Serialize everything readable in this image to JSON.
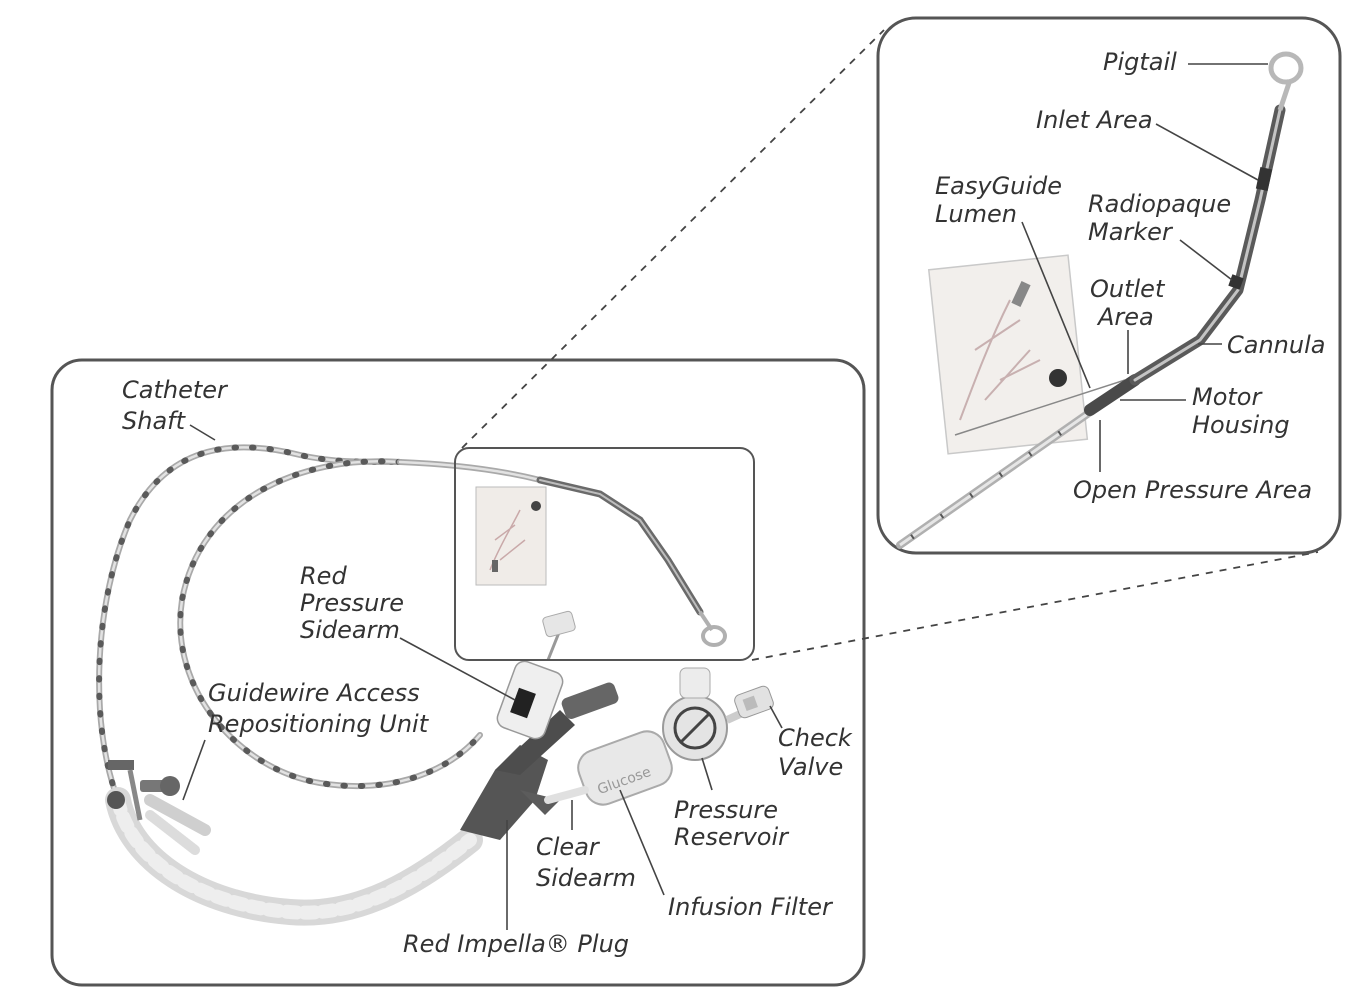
{
  "labels": {
    "catheter_shaft": [
      "Catheter",
      "Shaft"
    ],
    "red_pressure_sidearm": [
      "Red",
      "Pressure",
      "Sidearm"
    ],
    "guidewire_access": [
      "Guidewire Access",
      "Repositioning Unit"
    ],
    "clear_sidearm": [
      "Clear",
      "Sidearm"
    ],
    "red_impella_plug": "Red Impella® Plug",
    "infusion_filter": "Infusion Filter",
    "pressure_reservoir": [
      "Pressure",
      "Reservoir"
    ],
    "check_valve": [
      "Check",
      "Valve"
    ],
    "glucose_text": "Glucose",
    "pigtail": "Pigtail",
    "inlet_area": "Inlet Area",
    "easyguide_lumen": [
      "EasyGuide",
      "Lumen"
    ],
    "radiopaque_marker": [
      "Radiopaque",
      "Marker"
    ],
    "outlet_area": [
      "Outlet",
      "Area"
    ],
    "cannula": "Cannula",
    "motor_housing": [
      "Motor",
      "Housing"
    ],
    "open_pressure_area": "Open Pressure Area"
  },
  "colors": {
    "panel_border": "#555555",
    "label_text": "#333333",
    "plug_dark": "#555555",
    "sidearm_light": "#e8e8e8"
  }
}
